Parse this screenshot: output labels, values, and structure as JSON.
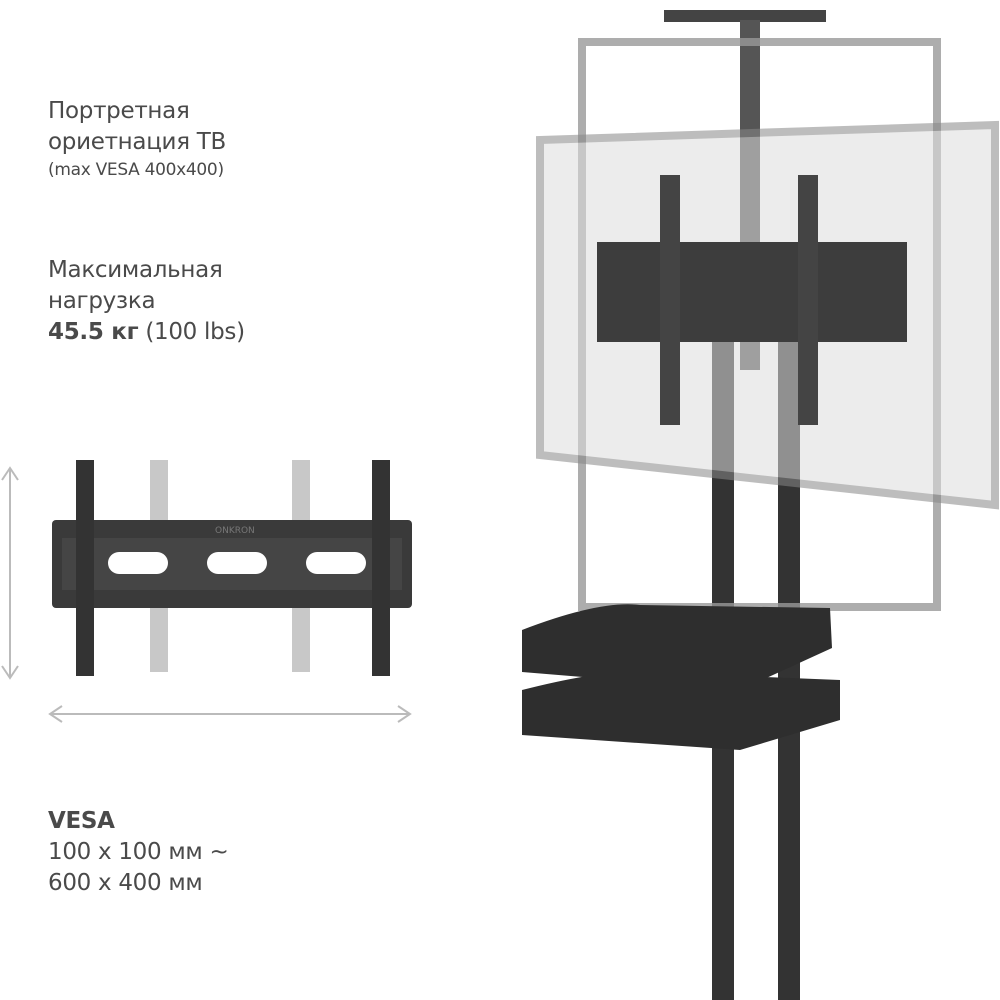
{
  "portrait": {
    "line1": "Портретная",
    "line2": "ориетнация ТВ",
    "note": "(max VESA 400x400)"
  },
  "load": {
    "line1": "Максимальная",
    "line2": "нагрузка",
    "value": "45.5 кг",
    "value_lbs": "(100 lbs)"
  },
  "vesa": {
    "title": "VESA",
    "min": "100 x 100 мм ~",
    "max": "600 x 400 мм"
  },
  "brand_logo": "ONKRON"
}
